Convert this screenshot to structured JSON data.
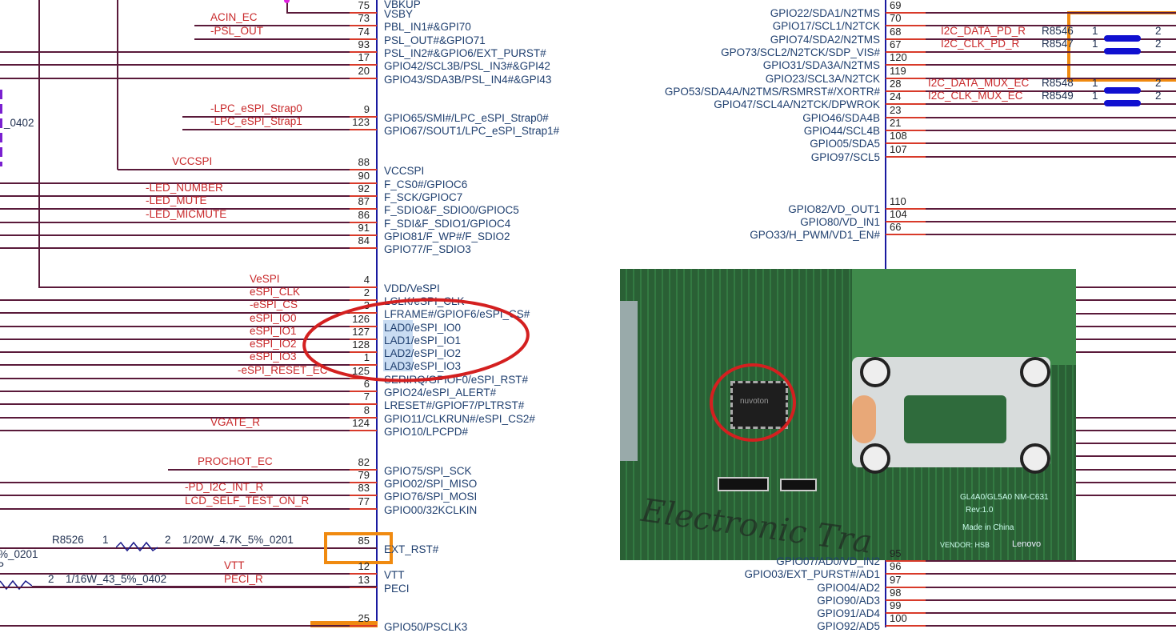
{
  "left_pins": [
    {
      "pin": "75",
      "name": "VSBY",
      "net": ""
    },
    {
      "pin": "73",
      "name": "PBL_IN1#&GPI70",
      "net": "ACIN_EC"
    },
    {
      "pin": "74",
      "name": "PSL_OUT#&GPIO71",
      "net": "-PSL_OUT"
    },
    {
      "pin": "93",
      "name": "PSL_IN2#&GPIO6/EXT_PURST#",
      "net": ""
    },
    {
      "pin": "17",
      "name": "GPIO42/SCL3B/PSL_IN3#&GPI42",
      "net": ""
    },
    {
      "pin": "20",
      "name": "GPIO43/SDA3B/PSL_IN4#&GPI43",
      "net": ""
    },
    {
      "pin": "9",
      "name": "GPIO65/SMI#/LPC_eSPI_Strap0#",
      "net": "-LPC_eSPI_Strap0"
    },
    {
      "pin": "123",
      "name": "GPIO67/SOUT1/LPC_eSPI_Strap1#",
      "net": "-LPC_eSPI_Strap1"
    },
    {
      "pin": "88",
      "name": "VCCSPI",
      "net": "VCCSPI"
    },
    {
      "pin": "90",
      "name": "F_CS0#/GPIOC6",
      "net": ""
    },
    {
      "pin": "92",
      "name": "F_SCK/GPIOC7",
      "net": "-LED_NUMBER"
    },
    {
      "pin": "87",
      "name": "F_SDIO&F_SDIO0/GPIOC5",
      "net": "-LED_MUTE"
    },
    {
      "pin": "86",
      "name": "F_SDI&F_SDIO1/GPIOC4",
      "net": "-LED_MICMUTE"
    },
    {
      "pin": "91",
      "name": "GPIO81/F_WP#/F_SDIO2",
      "net": ""
    },
    {
      "pin": "84",
      "name": "GPIO77/F_SDIO3",
      "net": ""
    },
    {
      "pin": "4",
      "name": "VDD/VeSPI",
      "net": "VeSPI"
    },
    {
      "pin": "2",
      "name": "LCLK/eSPI_CLK",
      "net": "eSPI_CLK"
    },
    {
      "pin": "3",
      "name": "LFRAME#/GPIOF6/eSPI_CS#",
      "net": "-eSPI_CS"
    },
    {
      "pin": "126",
      "name": "LAD0/eSPI_IO0",
      "net": "eSPI_IO0"
    },
    {
      "pin": "127",
      "name": "LAD1/eSPI_IO1",
      "net": "eSPI_IO1"
    },
    {
      "pin": "128",
      "name": "LAD2/eSPI_IO2",
      "net": "eSPI_IO2"
    },
    {
      "pin": "1",
      "name": "LAD3/eSPI_IO3",
      "net": "eSPI_IO3"
    },
    {
      "pin": "125",
      "name": "SERIRQ/GPIOF0/eSPI_RST#",
      "net": "-eSPI_RESET_EC"
    },
    {
      "pin": "6",
      "name": "GPIO24/eSPI_ALERT#",
      "net": ""
    },
    {
      "pin": "7",
      "name": "LRESET#/GPIOF7/PLTRST#",
      "net": ""
    },
    {
      "pin": "8",
      "name": "GPIO11/CLKRUN#/eSPI_CS2#",
      "net": ""
    },
    {
      "pin": "124",
      "name": "GPIO10/LPCPD#",
      "net": "VGATE_R"
    },
    {
      "pin": "82",
      "name": "GPIO75/SPI_SCK",
      "net": "PROCHOT_EC"
    },
    {
      "pin": "79",
      "name": "GPIO02/SPI_MISO",
      "net": ""
    },
    {
      "pin": "83",
      "name": "GPIO76/SPI_MOSI",
      "net": "-PD_I2C_INT_R"
    },
    {
      "pin": "77",
      "name": "GPIO00/32KCLKIN",
      "net": "LCD_SELF_TEST_ON_R"
    },
    {
      "pin": "85",
      "name": "EXT_RST#",
      "net": ""
    },
    {
      "pin": "12",
      "name": "VTT",
      "net": "VTT"
    },
    {
      "pin": "13",
      "name": "PECI",
      "net": "PECI_R"
    },
    {
      "pin": "25",
      "name": "GPIO50/PSCLK3",
      "net": ""
    }
  ],
  "left_top_partial": "VBKUP",
  "right_pins": [
    {
      "pin": "69",
      "name": "GPIO22/SDA1/N2TMS"
    },
    {
      "pin": "70",
      "name": "GPIO17/SCL1/N2TCK"
    },
    {
      "pin": "68",
      "name": "GPIO74/SDA2/N2TMS"
    },
    {
      "pin": "67",
      "name": "GPO73/SCL2/N2TCK/SDP_VIS#"
    },
    {
      "pin": "120",
      "name": "GPIO31/SDA3A/N2TMS"
    },
    {
      "pin": "119",
      "name": "GPIO23/SCL3A/N2TCK"
    },
    {
      "pin": "28",
      "name": "GPO53/SDA4A/N2TMS/RSMRST#/XORTR#"
    },
    {
      "pin": "24",
      "name": "GPIO47/SCL4A/N2TCK/DPWROK"
    },
    {
      "pin": "23",
      "name": "GPIO46/SDA4B"
    },
    {
      "pin": "21",
      "name": "GPIO44/SCL4B"
    },
    {
      "pin": "108",
      "name": "GPIO05/SDA5"
    },
    {
      "pin": "107",
      "name": "GPIO97/SCL5"
    },
    {
      "pin": "110",
      "name": "GPIO82/VD_OUT1"
    },
    {
      "pin": "104",
      "name": "GPIO80/VD_IN1"
    },
    {
      "pin": "66",
      "name": "GPO33/H_PWM/VD1_EN#"
    },
    {
      "pin": "95",
      "name": "GPIO07/AD0/VD_IN2"
    },
    {
      "pin": "96",
      "name": "GPIO03/EXT_PURST#/AD1"
    },
    {
      "pin": "97",
      "name": "GPIO04/AD2"
    },
    {
      "pin": "98",
      "name": "GPIO90/AD3"
    },
    {
      "pin": "99",
      "name": "GPIO91/AD4"
    },
    {
      "pin": "100",
      "name": "GPIO92/AD5"
    }
  ],
  "right_resistors": [
    {
      "net": "I2C_DATA_PD_R",
      "ref": "R8546",
      "p1": "1",
      "p2": "2"
    },
    {
      "net": "I2C_CLK_PD_R",
      "ref": "R8547",
      "p1": "1",
      "p2": "2"
    },
    {
      "net": "I2C_DATA_MUX_EC",
      "ref": "R8548",
      "p1": "1",
      "p2": "2"
    },
    {
      "net": "I2C_CLK_MUX_EC",
      "ref": "R8549",
      "p1": "1",
      "p2": "2"
    }
  ],
  "left_resistors": {
    "r8526": {
      "ref": "R8526",
      "p1": "1",
      "p2": "2",
      "value": "1/20W_4.7K_5%_0201"
    },
    "partial_value_1": "%_0201",
    "partial_value_2": "P",
    "peci_res": {
      "p2": "2",
      "value": "1/16W_43_5%_0402"
    },
    "partial_0402": "_0402"
  },
  "photo": {
    "board_text": "GL4A0/GL5A0 NM-C631",
    "rev": "Rev:1.0",
    "made": "Made in China",
    "vendor": "VENDOR: HSB",
    "brand": "Lenovo",
    "watermark": "Electronic Tra",
    "chip_text": "nuvoton"
  },
  "colors": {
    "wire": "#5a1a3a",
    "net": "#c8282a",
    "pin_name": "#1f3f6f",
    "highlight_circle": "#d42020",
    "orange_box": "#f08a10",
    "resistor": "#1010d0"
  }
}
